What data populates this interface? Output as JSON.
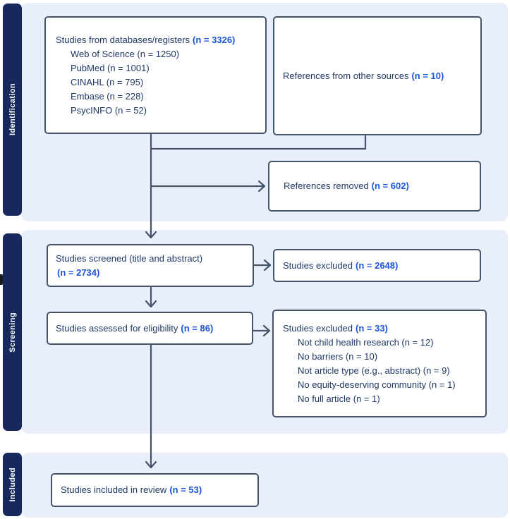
{
  "colors": {
    "navy": "#17285C",
    "panel": "#E9EFFA",
    "border": "#44546A",
    "text": "#1F3864",
    "count": "#1C55D8",
    "boxbg": "#FFFFFF",
    "artifact": "#1A1A1A"
  },
  "sections": {
    "identification": {
      "label": "Identification"
    },
    "screening": {
      "label": "Screening"
    },
    "included": {
      "label": "Included"
    }
  },
  "boxes": {
    "databases": {
      "text": "Studies from databases/registers",
      "count": "(n = 3326)",
      "items": [
        "Web of Science (n = 1250)",
        "PubMed (n = 1001)",
        "CINAHL (n = 795)",
        "Embase (n = 228)",
        "PsycINFO (n = 52)"
      ]
    },
    "other_sources": {
      "text": "References from other sources",
      "count": "(n = 10)"
    },
    "removed": {
      "text": "References removed",
      "count": "(n = 602)"
    },
    "screened": {
      "text": "Studies screened (title and abstract)",
      "count": "(n = 2734)"
    },
    "excluded_screening": {
      "text": "Studies excluded",
      "count": "(n = 2648)"
    },
    "assessed": {
      "text": "Studies assessed for eligibility",
      "count": "(n = 86)"
    },
    "excluded_eligibility": {
      "text": "Studies excluded",
      "count": "(n = 33)",
      "items": [
        "Not child health research (n = 12)",
        "No barriers (n = 10)",
        "Not article type (e.g., abstract) (n = 9)",
        "No equity-deserving community (n = 1)",
        "No full article (n = 1)"
      ]
    },
    "included_review": {
      "text": "Studies included in review",
      "count": "(n = 53)"
    }
  }
}
